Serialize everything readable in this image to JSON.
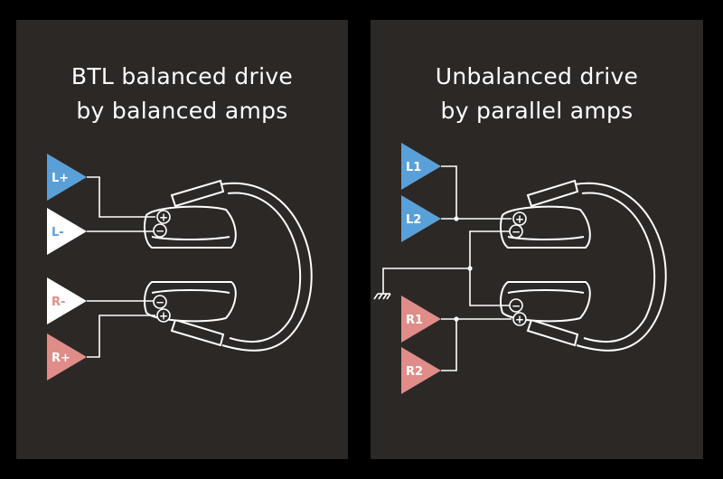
{
  "left_panel": {
    "title_line1": "BTL balanced drive",
    "title_line2": "by balanced amps",
    "amps": [
      "L+",
      "L-",
      "R-",
      "R+"
    ]
  },
  "right_panel": {
    "title_line1": "Unbalanced drive",
    "title_line2": "by parallel amps",
    "amps": [
      "L1",
      "L2",
      "R1",
      "R2"
    ]
  },
  "terminal_plus": "+",
  "terminal_minus": "−",
  "colors": {
    "panel_bg": "#2c2826",
    "left_channel": "#5aa0d8",
    "right_channel": "#e08c88",
    "inverted_amp": "#ffffff",
    "wire": "#ffffff"
  }
}
